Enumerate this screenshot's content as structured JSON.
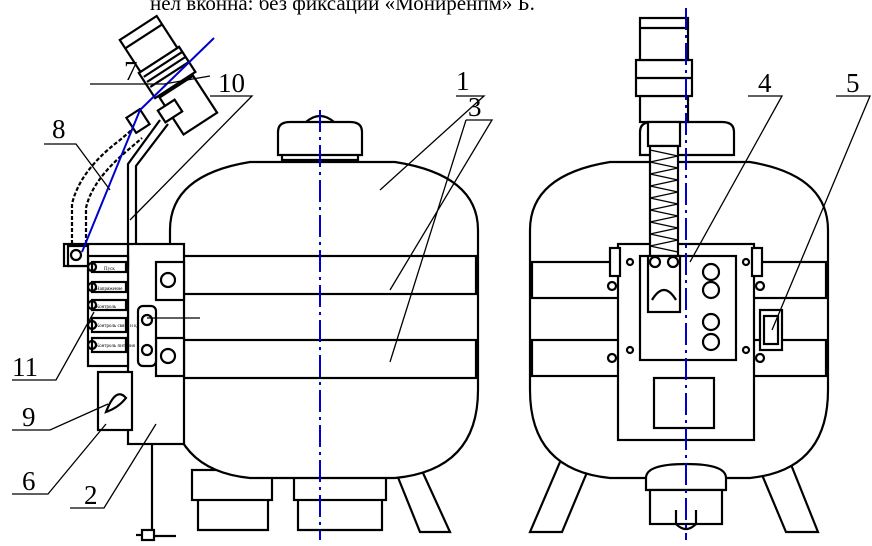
{
  "caption": "нел вконна: без фиксации «Мониренпм» Б.",
  "callouts": [
    "1",
    "2",
    "3",
    "4",
    "5",
    "6",
    "7",
    "8",
    "9",
    "10",
    "11"
  ],
  "panel_labels": [
    "Пуск",
    "Напряжение",
    "Контроль",
    "Контроль связи и кд",
    "Контроль питания"
  ]
}
